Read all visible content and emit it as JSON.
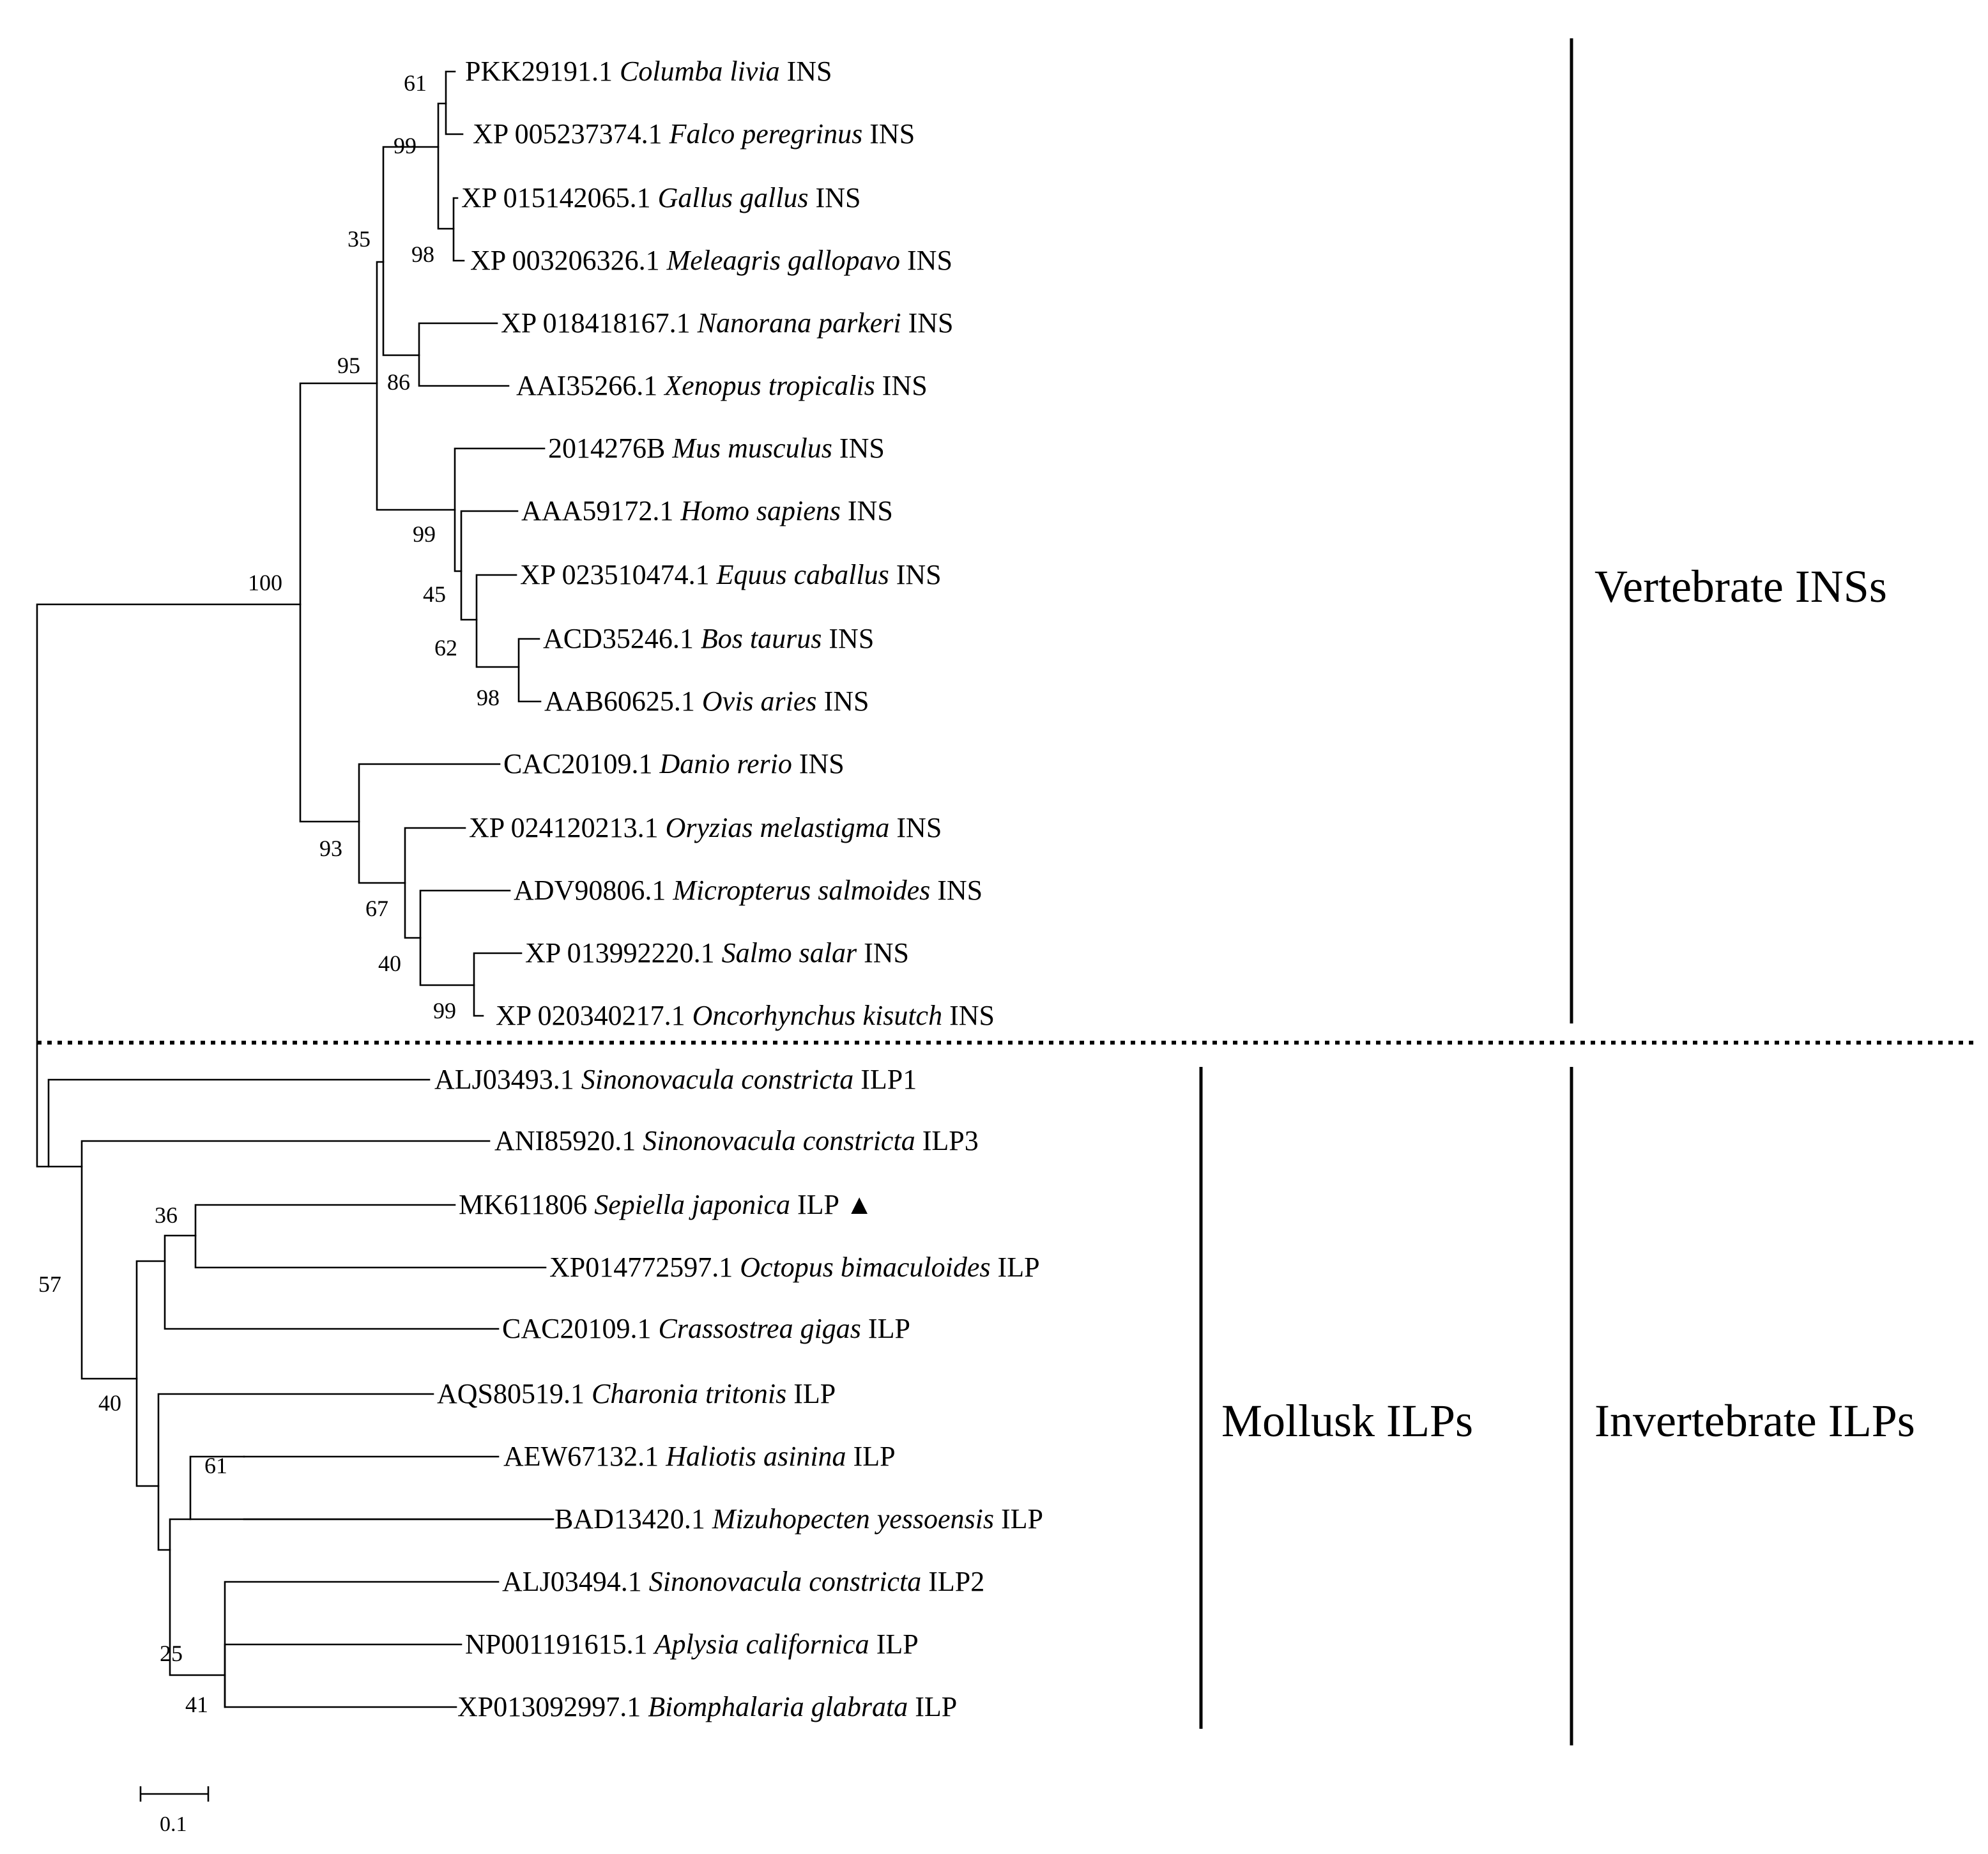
{
  "taxa": [
    {
      "accession": "PKK29191.1",
      "species": "Columba livia",
      "gene": "INS"
    },
    {
      "accession": "XP 005237374.1",
      "species": "Falco peregrinus",
      "gene": "INS"
    },
    {
      "accession": "XP 015142065.1",
      "species": "Gallus gallus",
      "gene": "INS"
    },
    {
      "accession": "XP 003206326.1",
      "species": "Meleagris gallopavo",
      "gene": "INS"
    },
    {
      "accession": "XP 018418167.1",
      "species": "Nanorana parkeri",
      "gene": "INS"
    },
    {
      "accession": "AAI35266.1",
      "species": "Xenopus tropicalis",
      "gene": "INS"
    },
    {
      "accession": "2014276B",
      "species": "Mus musculus",
      "gene": "INS"
    },
    {
      "accession": "AAA59172.1",
      "species": "Homo sapiens",
      "gene": "INS"
    },
    {
      "accession": "XP 023510474.1",
      "species": "Equus caballus",
      "gene": "INS"
    },
    {
      "accession": "ACD35246.1",
      "species": "Bos taurus",
      "gene": "INS"
    },
    {
      "accession": "AAB60625.1",
      "species": "Ovis aries",
      "gene": "INS"
    },
    {
      "accession": "CAC20109.1",
      "species": "Danio rerio",
      "gene": "INS"
    },
    {
      "accession": "XP 024120213.1",
      "species": "Oryzias melastigma",
      "gene": "INS"
    },
    {
      "accession": "ADV90806.1",
      "species": "Micropterus salmoides",
      "gene": "INS"
    },
    {
      "accession": "XP 013992220.1",
      "species": "Salmo salar",
      "gene": "INS"
    },
    {
      "accession": "XP 020340217.1",
      "species": "Oncorhynchus kisutch",
      "gene": "INS"
    },
    {
      "accession": "ALJ03493.1",
      "species": "Sinonovacula constricta",
      "gene": "ILP1"
    },
    {
      "accession": "ANI85920.1",
      "species": "Sinonovacula constricta",
      "gene": "ILP3"
    },
    {
      "accession": "MK611806",
      "species": "Sepiella japonica",
      "gene": "ILP",
      "marker": "▲"
    },
    {
      "accession": "XP014772597.1",
      "species": "Octopus bimaculoides",
      "gene": "ILP"
    },
    {
      "accession": "CAC20109.1",
      "species": "Crassostrea gigas",
      "gene": "ILP"
    },
    {
      "accession": "AQS80519.1",
      "species": "Charonia tritonis",
      "gene": "ILP"
    },
    {
      "accession": "AEW67132.1",
      "species": "Haliotis asinina",
      "gene": "ILP"
    },
    {
      "accession": "BAD13420.1",
      "species": "Mizuhopecten yessoensis",
      "gene": "ILP"
    },
    {
      "accession": "ALJ03494.1",
      "species": "Sinonovacula constricta",
      "gene": "ILP2"
    },
    {
      "accession": "NP001191615.1",
      "species": "Aplysia californica",
      "gene": "ILP"
    },
    {
      "accession": "XP013092997.1",
      "species": "Biomphalaria glabrata",
      "gene": "ILP"
    }
  ],
  "bootstrap": {
    "columba_falco": "61",
    "birds": "99",
    "gallus_meleagris": "98",
    "birds_frogs": "35",
    "frogs": "86",
    "tetrapods": "95",
    "vertebrates": "100",
    "mammals": "99",
    "equus_bos_ovis": "45",
    "bos_ovis_equus": "62",
    "bos_ovis": "98",
    "fish": "93",
    "fish_inner": "67",
    "perch_salmonids": "40",
    "salmonids": "99",
    "cephalopod_pair": "36",
    "mollusk_root": "57",
    "mollusk_inner": "40",
    "haliotis_mizuhopecten": "61",
    "aplysia_biomphalaria": "41",
    "gastropod_group": "25"
  },
  "clades": {
    "vertebrate": "Vertebrate INSs",
    "mollusk": "Mollusk ILPs",
    "invertebrate": "Invertebrate ILPs"
  },
  "scale_bar": {
    "label": "0.1",
    "value": 0.1
  }
}
